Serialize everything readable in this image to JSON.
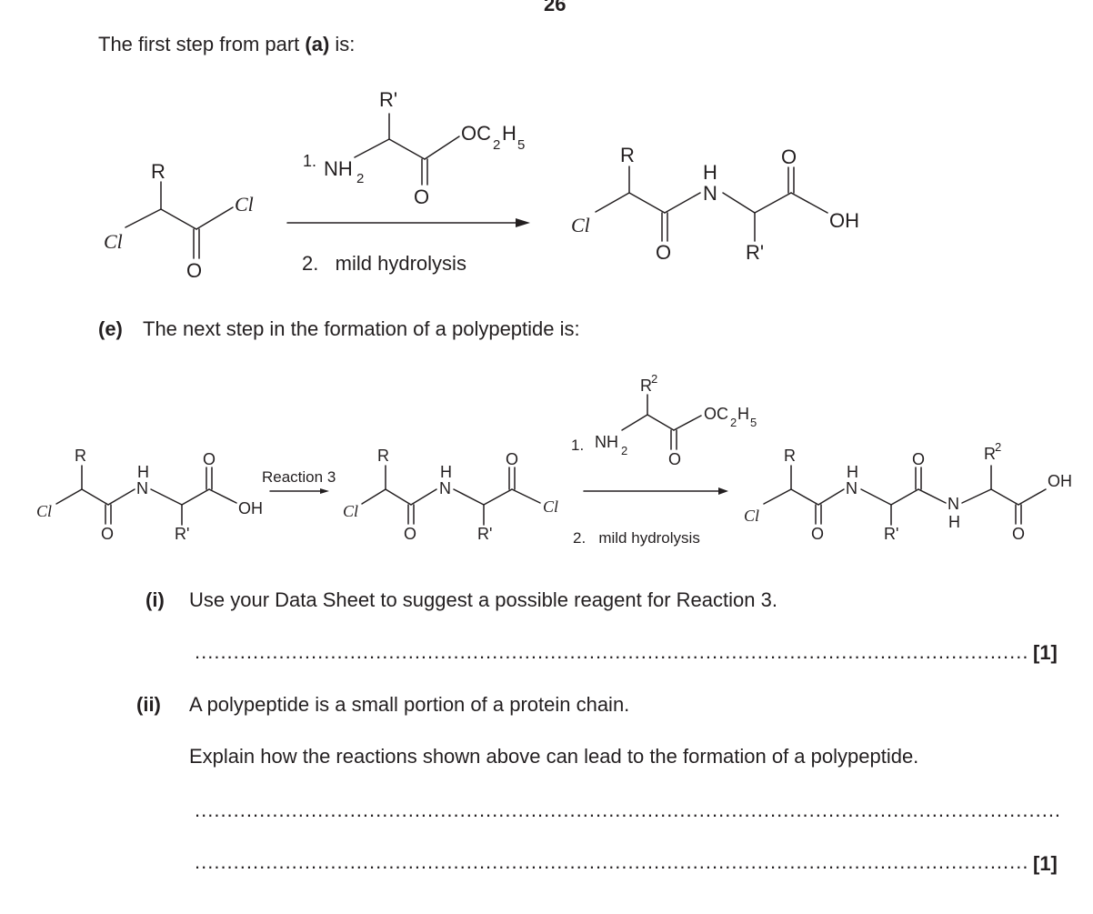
{
  "page": {
    "number": "26"
  },
  "intro": {
    "text_before": "The first step from part ",
    "part_ref": "(a)",
    "text_after": " is:"
  },
  "scheme1": {
    "reagent_step1_num": "1.",
    "reagent_step2": "2.   mild hydrolysis"
  },
  "part_e": {
    "label": "(e)",
    "text": "The next step in the formation of a polypeptide is:"
  },
  "scheme2": {
    "reaction3_label": "Reaction 3",
    "reagent_step1_num": "1.",
    "reagent_step2": "2.   mild hydrolysis"
  },
  "question_i": {
    "label": "(i)",
    "text": "Use your Data Sheet to suggest a possible reagent for Reaction 3.",
    "mark": "[1]"
  },
  "question_ii": {
    "label": "(ii)",
    "text1": "A polypeptide is a small portion of a protein chain.",
    "text2": "Explain how the reactions shown above can lead to the formation of a polypeptide.",
    "mark": "[1]"
  },
  "chem_labels": {
    "R": "R",
    "R_prime": "R'",
    "Cl": "Cl",
    "O": "O",
    "OH": "OH",
    "N": "N",
    "H": "H",
    "NH": "NH",
    "NH_sub": "2",
    "OC": "OC",
    "C_sub": "2",
    "H_sub": "5",
    "R2_base": "R",
    "R2_sup": "2"
  }
}
